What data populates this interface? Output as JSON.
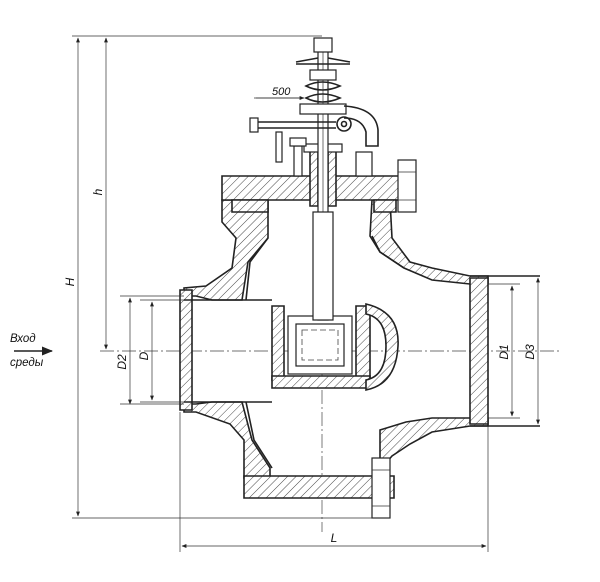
{
  "inlet_label": {
    "line1": "Вход",
    "line2": "среды"
  },
  "dimensions": {
    "overall_height": "H",
    "stem_height": "h",
    "length": "L",
    "d1": "D1",
    "d2": "D2",
    "d3": "D3",
    "d": "D",
    "handwheel": "500"
  },
  "colors": {
    "line": "#222222",
    "background": "#ffffff"
  }
}
